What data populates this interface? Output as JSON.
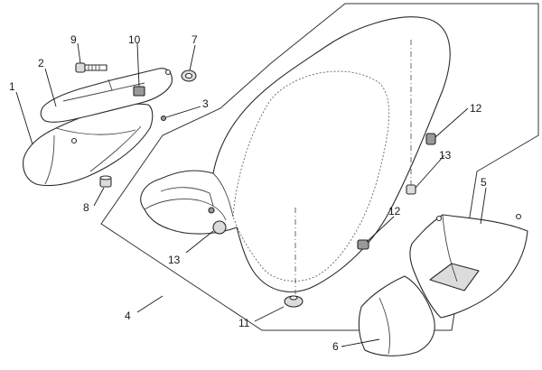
{
  "diagram": {
    "callouts": [
      "1",
      "2",
      "3",
      "4",
      "5",
      "6",
      "7",
      "8",
      "9",
      "10",
      "11",
      "12",
      "12",
      "13",
      "13"
    ]
  }
}
